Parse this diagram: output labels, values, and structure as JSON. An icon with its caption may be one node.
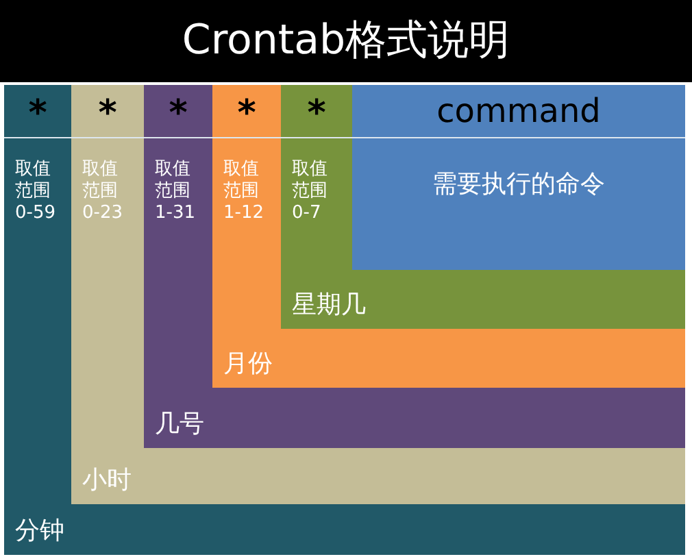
{
  "diagram": {
    "title": "Crontab格式说明",
    "nodes": [
      {
        "text": [
          "*",
          "取值范围0-59",
          "分钟"
        ]
      },
      {
        "text": [
          "*",
          "取值范围0-23",
          "小时"
        ],
        "in": 0
      },
      {
        "text": [
          "*",
          "取值范围1-31",
          "几号"
        ],
        "in": 1
      },
      {
        "text": [
          "*",
          "取值范围1-12",
          "月份"
        ],
        "in": 2
      },
      {
        "text": [
          "*",
          "取值范围0-7",
          "星期几"
        ],
        "in": 3
      },
      {
        "text": [
          "command",
          "需要执行的命令"
        ],
        "in": 4
      }
    ]
  }
}
